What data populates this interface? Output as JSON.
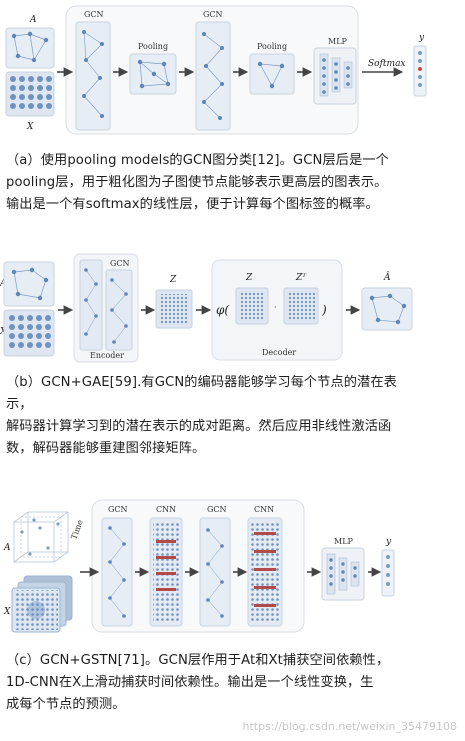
{
  "panel_a": {
    "labels": {
      "A": "A",
      "X": "X",
      "gcn1": "GCN",
      "pool1": "Pooling",
      "gcn2": "GCN",
      "pool2": "Pooling",
      "mlp": "MLP",
      "softmax": "Softmax",
      "y": "y"
    },
    "caption": [
      "（a）使用pooling models的GCN图分类[12]。GCN层后是一个",
      "pooling层，用于粗化图为子图使节点能够表示更高层的图表示。",
      "输出是一个有softmax的线性层，便于计算每个图标签的概率。"
    ]
  },
  "panel_b": {
    "labels": {
      "A": "A",
      "X": "X",
      "gcn": "GCN",
      "encoder": "Encoder",
      "z1": "Z",
      "phi": "φ(",
      "z2": "Z",
      "zt": "Zᵀ",
      "close": ")",
      "decoder": "Decoder",
      "ahat": "Â"
    },
    "caption": [
      "（b）GCN+GAE[59].有GCN的编码器能够学习每个节点的潜在表",
      "示，",
      "解码器计算学习到的潜在表示的成对距离。然后应用非线性激活函",
      "数，解码器能够重建图邻接矩阵。"
    ]
  },
  "panel_c": {
    "labels": {
      "A": "A",
      "X": "X",
      "time": "Time",
      "gcn1": "GCN",
      "cnn1": "CNN",
      "gcn2": "GCN",
      "cnn2": "CNN",
      "mlp": "MLP",
      "y": "y"
    },
    "caption": [
      "（c）GCN+GSTN[71]。GCN层作用于At和Xt捕获空间依赖性，",
      "1D-CNN在X上滑动捕获时间依赖性。输出是一个线性变换，生",
      "成每个节点的预测。"
    ]
  },
  "watermark": "https://blog.csdn.net/weixin_35479108",
  "colors": {
    "node": "#5b86b8",
    "node_light": "#a9c1de",
    "box_bg": "#eef2f7",
    "box_border": "#c9d3df",
    "cnn_red": "#b24a4a",
    "arrow": "#444444"
  }
}
